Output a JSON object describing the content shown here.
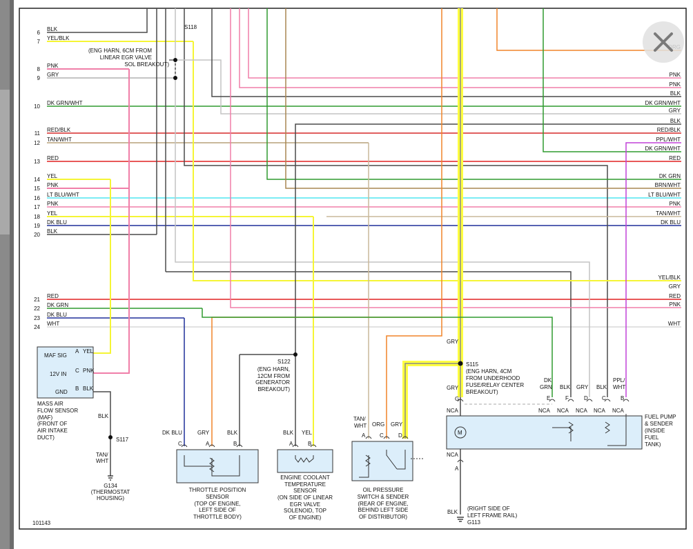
{
  "close_icon": "close-icon",
  "colors": {
    "BLK": "#4a4a4a",
    "YEL": "#f5f534",
    "YEL/BLK": "#f5f534",
    "PNK": "#f07ea8",
    "GRY": "#c4c4c4",
    "DK GRN/WHT": "#2e9a2e",
    "RED/BLK": "#d62828",
    "TAN/WHT": "#c9b89a",
    "RED": "#e02020",
    "LT BLU/WHT": "#4fe6f0",
    "DK BLU": "#1e2f9a",
    "DK GRN": "#2e9a2e",
    "WHT": "#d8d8d8",
    "ORG": "#f08428",
    "BRN/WHT": "#a88650",
    "PPL/WHT": "#c040d8",
    "highlight": "#ffff40",
    "frame": "#222222",
    "component_fill": "#dceefa"
  },
  "diagram_id": "101143",
  "left_wires": [
    {
      "num": "6",
      "color": "BLK"
    },
    {
      "num": "7",
      "color": "YEL/BLK"
    },
    {
      "num": "8",
      "color": "PNK"
    },
    {
      "num": "9",
      "color": "GRY"
    },
    {
      "num": "10",
      "color": "DK GRN/WHT"
    },
    {
      "num": "11",
      "color": "RED/BLK"
    },
    {
      "num": "12",
      "color": "TAN/WHT"
    },
    {
      "num": "13",
      "color": "RED"
    },
    {
      "num": "14",
      "color": "YEL"
    },
    {
      "num": "15",
      "color": "PNK"
    },
    {
      "num": "16",
      "color": "LT BLU/WHT"
    },
    {
      "num": "17",
      "color": "PNK"
    },
    {
      "num": "18",
      "color": "YEL"
    },
    {
      "num": "19",
      "color": "DK BLU"
    },
    {
      "num": "20",
      "color": "BLK"
    },
    {
      "num": "21",
      "color": "RED"
    },
    {
      "num": "22",
      "color": "DK GRN"
    },
    {
      "num": "23",
      "color": "DK BLU"
    },
    {
      "num": "24",
      "color": "WHT"
    }
  ],
  "right_wires": [
    {
      "color": "ORG"
    },
    {
      "color": "PNK"
    },
    {
      "color": "PNK"
    },
    {
      "color": "BLK"
    },
    {
      "color": "DK GRN/WHT"
    },
    {
      "color": "GRY"
    },
    {
      "color": "BLK"
    },
    {
      "color": "RED/BLK"
    },
    {
      "color": "PPL/WHT"
    },
    {
      "color": "DK GRN/WHT"
    },
    {
      "color": "RED"
    },
    {
      "color": "DK GRN"
    },
    {
      "color": "BRN/WHT"
    },
    {
      "color": "LT BLU/WHT"
    },
    {
      "color": "PNK"
    },
    {
      "color": "TAN/WHT"
    },
    {
      "color": "DK BLU"
    },
    {
      "color": "YEL/BLK"
    },
    {
      "color": "GRY"
    },
    {
      "color": "RED"
    },
    {
      "color": "PNK"
    },
    {
      "color": "WHT"
    }
  ],
  "splices": {
    "s118": {
      "name": "S118",
      "note": [
        "(ENG HARN, 6CM FROM",
        "LINEAR EGR VALVE",
        "SOL BREAKOUT)"
      ]
    },
    "s122": {
      "name": "S122",
      "note": [
        "(ENG HARN,",
        "12CM FROM",
        "GENERATOR",
        "BREAKOUT)"
      ]
    },
    "s115": {
      "name": "S115",
      "note": [
        "(ENG HARN, 4CM",
        "FROM UNDERHOOD",
        "FUSE/RELAY CENTER",
        "BREAKOUT)"
      ]
    },
    "s117": {
      "name": "S117"
    }
  },
  "maf": {
    "pins": [
      {
        "label": "MAF SIG",
        "pin": "A",
        "color": "YEL"
      },
      {
        "label": "12V IN",
        "pin": "C",
        "color": "PNK"
      },
      {
        "label": "GND",
        "pin": "B",
        "color": "BLK"
      }
    ],
    "wire_blk": "BLK",
    "wire_tan": [
      "TAN/",
      "WHT"
    ],
    "name": [
      "MASS AIR",
      "FLOW SENSOR",
      "(MAF)",
      "(FRONT OF",
      "AIR INTAKE",
      "DUCT)"
    ]
  },
  "g134": {
    "name": "G134",
    "location": [
      "(THERMOSTAT",
      "HOUSING)"
    ]
  },
  "tps": {
    "wires": [
      {
        "color": "DK BLU",
        "pin": "C"
      },
      {
        "color": "GRY",
        "pin": "A"
      },
      {
        "color": "BLK",
        "pin": "B"
      }
    ],
    "name": [
      "THROTTLE POSITION",
      "SENSOR",
      "(TOP OF ENGINE,",
      "LEFT SIDE OF",
      "THROTTLE BODY)"
    ]
  },
  "ect": {
    "wires": [
      {
        "color": "BLK",
        "pin": "A"
      },
      {
        "color": "YEL",
        "pin": "B"
      }
    ],
    "name": [
      "ENGINE COOLANT",
      "TEMPERATURE",
      "SENSOR",
      "(ON SIDE OF LINEAR",
      "EGR VALVE",
      "SOLENOID, TOP",
      "OF ENGINE)"
    ]
  },
  "oil": {
    "wires": [
      {
        "color": [
          "TAN/",
          "WHT"
        ],
        "pin": "A"
      },
      {
        "color": "ORG",
        "pin": "C"
      },
      {
        "color": "GRY",
        "pin": "D"
      }
    ],
    "name": [
      "OIL PRESSURE",
      "SWITCH & SENDER",
      "(REAR OF ENGINE,",
      "BEHIND LEFT SIDE",
      "OF DISTRIBUTOR)"
    ]
  },
  "fuel": {
    "top_gry": "GRY",
    "s115_gry": "GRY",
    "pin_g": "G",
    "wires": [
      {
        "color": [
          "DK",
          "GRN"
        ],
        "pin": "E"
      },
      {
        "color": [
          "BLK"
        ],
        "pin": "F"
      },
      {
        "color": [
          "GRY"
        ],
        "pin": "D"
      },
      {
        "color": [
          "BLK"
        ],
        "pin": "C"
      },
      {
        "color": [
          "PPL/",
          "WHT"
        ],
        "pin": "B"
      }
    ],
    "nca": "NCA",
    "motor": "M",
    "name": [
      "FUEL PUMP",
      "& SENDER",
      "(INSIDE",
      "FUEL",
      "TANK)"
    ]
  },
  "g113": {
    "pin": "A",
    "wire": "BLK",
    "name": "G113",
    "location": [
      "(RIGHT SIDE OF",
      "LEFT FRAME RAIL)"
    ]
  }
}
